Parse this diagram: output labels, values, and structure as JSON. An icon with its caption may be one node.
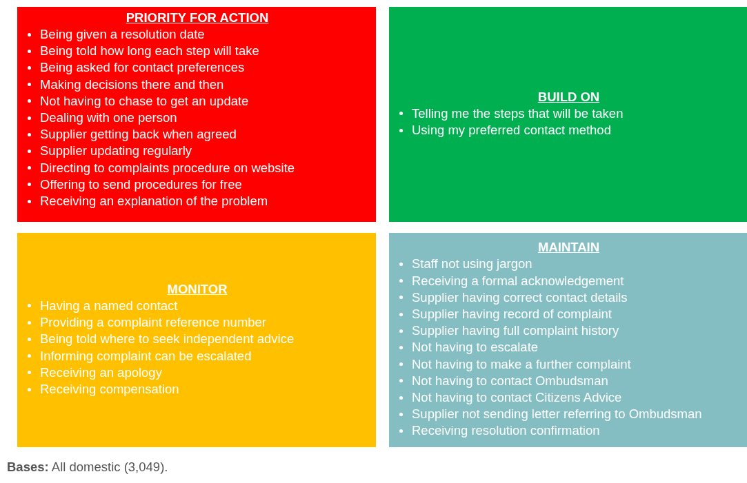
{
  "diagram": {
    "caption": "**Bases:** All domestic (3,049).",
    "nodes": [
      {
        "text": [
          "PRIORITY FOR ACTION",
          "Being given a resolution date",
          "Being told how long each step will take",
          "Being asked for contact preferences",
          "Making decisions there and then",
          "Not having to chase to get an update",
          "Dealing with one person",
          "Supplier getting back when agreed",
          "Supplier updating regularly",
          "Directing to complaints procedure on website",
          "Offering to send procedures for free",
          "Receiving an explanation of the problem"
        ]
      },
      {
        "text": [
          "BUILD ON",
          "Telling me the steps that will be taken",
          "Using my preferred contact method"
        ]
      },
      {
        "text": [
          "MONITOR",
          "Having a named contact",
          "Providing a complaint reference number",
          "Being told where to seek independent advice",
          "Informing complaint can be escalated",
          "Receiving an apology",
          "Receiving compensation"
        ]
      },
      {
        "text": [
          "MAINTAIN",
          "Staff not using jargon",
          "Receiving a formal acknowledgement",
          "Supplier having correct contact details",
          "Supplier having record of complaint",
          "Supplier having full complaint history",
          "Not having to escalate",
          "Not having to make a further complaint",
          "Not having to contact Ombudsman",
          "Not having to contact Citizens Advice",
          "Supplier not sending letter referring to Ombudsman",
          "Receiving resolution confirmation"
        ]
      }
    ],
    "edges": []
  }
}
